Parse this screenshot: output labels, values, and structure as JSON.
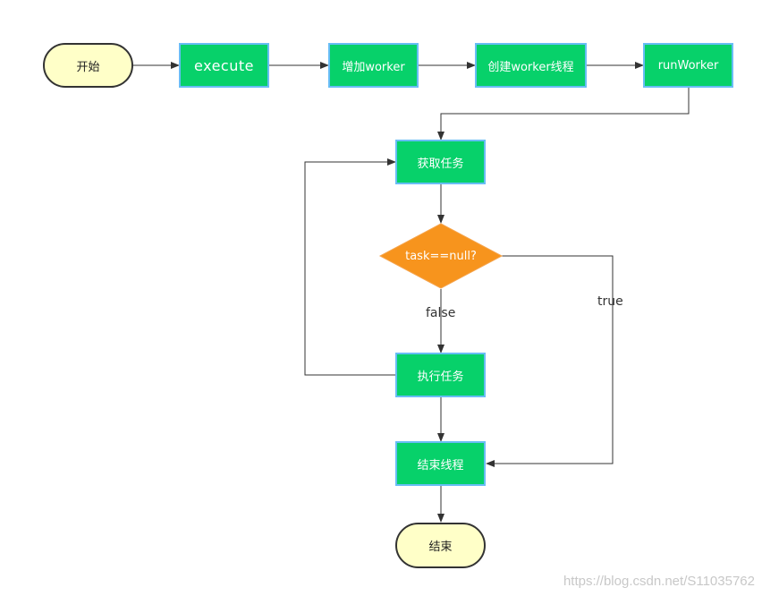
{
  "nodes": {
    "start": "开始",
    "execute": "execute",
    "add_worker": "增加worker",
    "create_worker_thread": "创建worker线程",
    "run_worker": "runWorker",
    "get_task": "获取任务",
    "decision": "task==null?",
    "execute_task": "执行任务",
    "end_thread": "结束线程",
    "end": "结束"
  },
  "edge_labels": {
    "false": "false",
    "true": "true"
  },
  "watermark": "https://blog.csdn.net/S11035762",
  "colors": {
    "process_fill": "#07d16a",
    "process_border": "#68bdf5",
    "terminal_fill": "#ffffc8",
    "decision_fill": "#f7941d",
    "line": "#333333"
  }
}
